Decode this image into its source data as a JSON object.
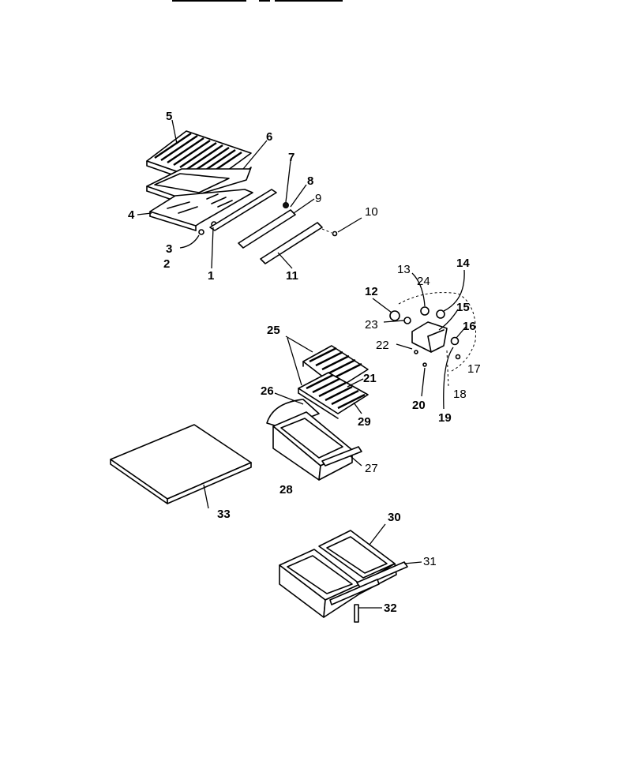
{
  "labels": [
    {
      "id": "1",
      "text": "1"
    },
    {
      "id": "2",
      "text": "2"
    },
    {
      "id": "3",
      "text": "3"
    },
    {
      "id": "4",
      "text": "4"
    },
    {
      "id": "5",
      "text": "5"
    },
    {
      "id": "6",
      "text": "6"
    },
    {
      "id": "7",
      "text": "7"
    },
    {
      "id": "8",
      "text": "8"
    },
    {
      "id": "9",
      "text": "9"
    },
    {
      "id": "10",
      "text": "10"
    },
    {
      "id": "11",
      "text": "11"
    },
    {
      "id": "12",
      "text": "12"
    },
    {
      "id": "13",
      "text": "13"
    },
    {
      "id": "14",
      "text": "14"
    },
    {
      "id": "15",
      "text": "15"
    },
    {
      "id": "16",
      "text": "16"
    },
    {
      "id": "17",
      "text": "17"
    },
    {
      "id": "18",
      "text": "18"
    },
    {
      "id": "19",
      "text": "19"
    },
    {
      "id": "20",
      "text": "20"
    },
    {
      "id": "21",
      "text": "21"
    },
    {
      "id": "22",
      "text": "22"
    },
    {
      "id": "23",
      "text": "23"
    },
    {
      "id": "24",
      "text": "24"
    },
    {
      "id": "25",
      "text": "25"
    },
    {
      "id": "26",
      "text": "26"
    },
    {
      "id": "27",
      "text": "27"
    },
    {
      "id": "28",
      "text": "28"
    },
    {
      "id": "29",
      "text": "29"
    },
    {
      "id": "30",
      "text": "30"
    },
    {
      "id": "31",
      "text": "31"
    },
    {
      "id": "32",
      "text": "32"
    },
    {
      "id": "33",
      "text": "33"
    }
  ]
}
